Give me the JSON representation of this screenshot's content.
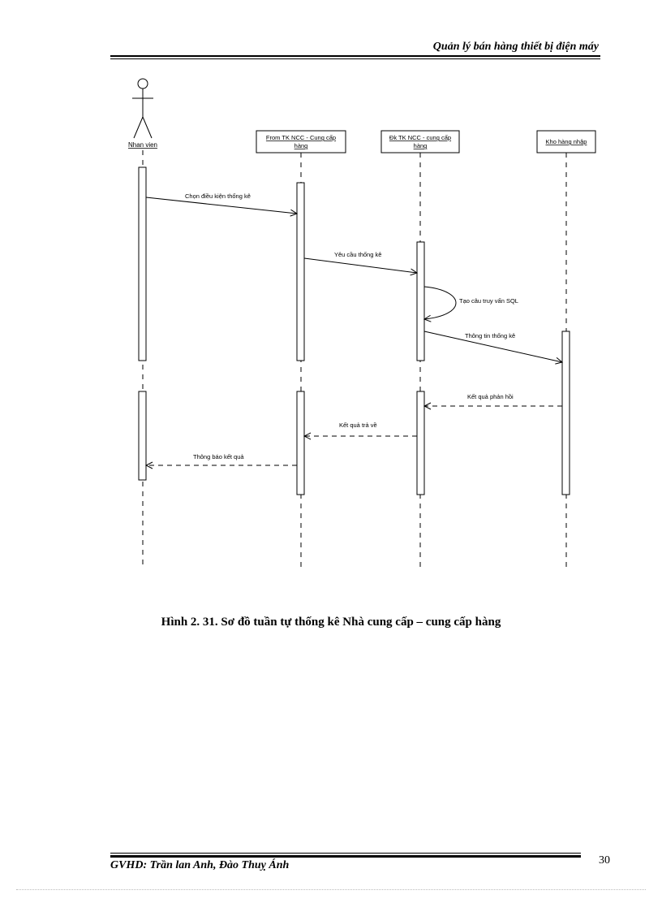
{
  "header": {
    "title": "Quản lý bán hàng thiết bị điện máy"
  },
  "diagram": {
    "actor": {
      "label": "Nhan vien"
    },
    "objects": [
      {
        "label1": "From TK NCC - Cung cấp",
        "label2": "hàng"
      },
      {
        "label1": "Đk TK NCC - cung cấp",
        "label2": "hàng"
      },
      {
        "label1": "Kho hàng nhập",
        "label2": ""
      }
    ],
    "messages": [
      {
        "label": "Chọn điều kiện thống kê"
      },
      {
        "label": "Yêu cầu thống kê"
      },
      {
        "label": "Tạo câu truy vấn SQL"
      },
      {
        "label": "Thông tin thống kê"
      },
      {
        "label": "Kết quả phản hồi"
      },
      {
        "label": "Kết quả trả về"
      },
      {
        "label": "Thông báo kết quả"
      }
    ]
  },
  "caption": "Hình 2. 31. Sơ đồ tuần tự thống kê Nhà cung cấp – cung cấp hàng",
  "footer": {
    "text": "GVHD: Trần lan Anh, Đào Thuỵ Ánh",
    "page": "30"
  }
}
